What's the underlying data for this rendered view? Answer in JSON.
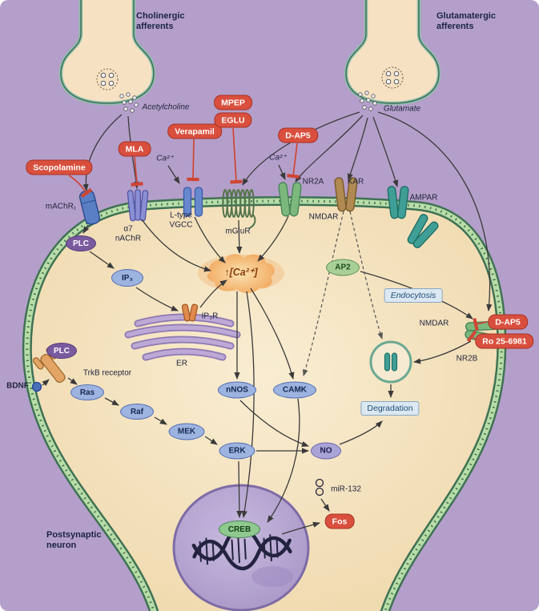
{
  "afferents": {
    "cholinergic": "Cholinergic\nafferents",
    "glutamatergic": "Glutamatergic\nafferents"
  },
  "transmitters": {
    "acetylcholine": "Acetylcholine",
    "glutamate": "Glutamate"
  },
  "drugs": {
    "scopolamine": "Scopolamine",
    "mla": "MLA",
    "verapamil": "Verapamil",
    "mpep": "MPEP",
    "eglu": "EGLU",
    "dap5_top": "D-AP5",
    "dap5_right": "D-AP5",
    "ro25": "Ro 25-6981"
  },
  "receptors": {
    "machr1": "mAChR₁",
    "a7_nachr": "α7\nnAChR",
    "ltype_vgcc": "L-type\nVGCC",
    "mglur": "mGluR",
    "nr2a": "NR2A",
    "nmdar_top": "NMDAR",
    "kar": "KAR",
    "ampar": "AMPAR",
    "nmdar_right": "NMDAR",
    "nr2b": "NR2B",
    "ip3r": "IP₃R",
    "trkb": "TrkB receptor"
  },
  "ions": {
    "ca_vgcc": "Ca²⁺",
    "ca_nmdar": "Ca²⁺",
    "ca_rise": "↑[Ca²⁺]"
  },
  "signaling": {
    "plc_top": "PLC",
    "plc_trkb": "PLC",
    "ip3": "IP₃",
    "bdnf": "BDNF",
    "ras": "Ras",
    "raf": "Raf",
    "mek": "MEK",
    "erk": "ERK",
    "nnos": "nNOS",
    "camk": "CAMK",
    "no": "NO",
    "ap2": "AP2",
    "creb": "CREB",
    "fos": "Fos",
    "mir132": "miR-132"
  },
  "organelles": {
    "er": "ER"
  },
  "processes": {
    "endocytosis": "Endocytosis",
    "degradation": "Degradation"
  },
  "annotations": {
    "postsynaptic_neuron": "Postsynaptic\nneuron"
  },
  "colors": {
    "background": "#b49fca",
    "cell_fill": "#f4e0b8",
    "membrane_dark": "#3f7254",
    "membrane_light": "#b9dda8",
    "drug_red": "#d94f3d",
    "oval_blue": "#9db3e0",
    "plc_purple": "#7a5a9f",
    "ca_orange": "#f0a254",
    "nucleus_purple": "#a795c6"
  }
}
